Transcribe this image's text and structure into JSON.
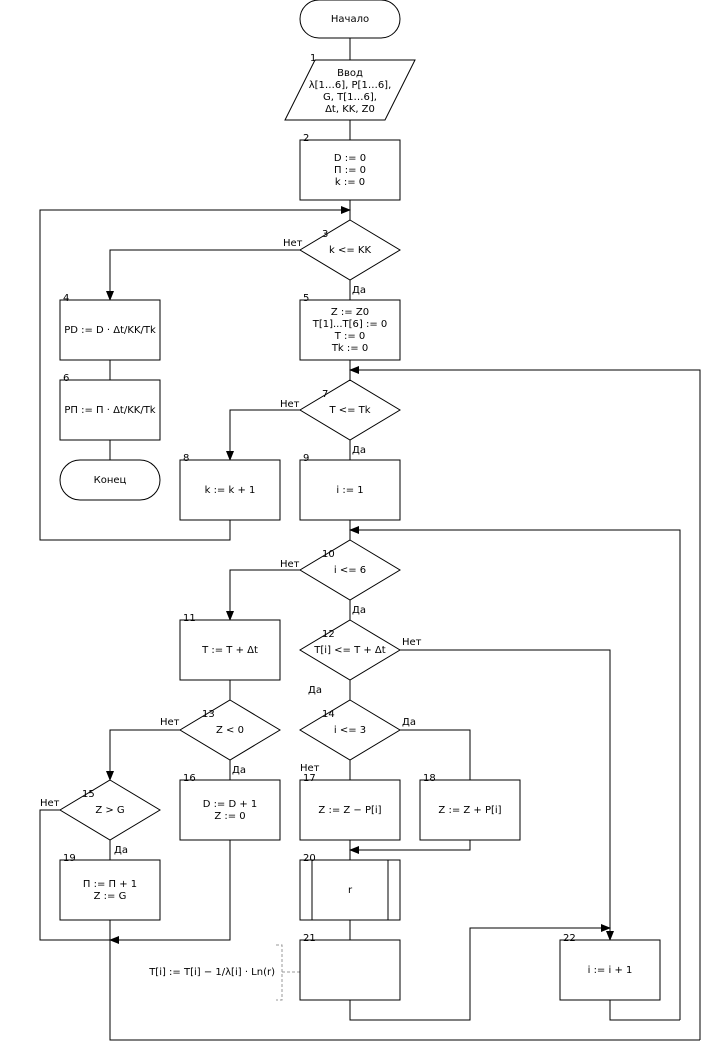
{
  "blocks": {
    "start": {
      "lines": [
        "Начало"
      ]
    },
    "b1": {
      "num": "1",
      "lines": [
        "Ввод",
        "λ[1…6], P[1…6],",
        "G, T[1…6],",
        "Δt, KK, Z0"
      ]
    },
    "b2": {
      "num": "2",
      "lines": [
        "D := 0",
        "П := 0",
        "k := 0"
      ]
    },
    "b3": {
      "num": "3",
      "lines": [
        "k <= KK"
      ]
    },
    "b4": {
      "num": "4",
      "lines": [
        "PD := D · Δt/KK/Tk"
      ]
    },
    "b5": {
      "num": "5",
      "lines": [
        "Z := Z0",
        "T[1]...T[6] := 0",
        "T := 0",
        "Tk := 0"
      ]
    },
    "b6": {
      "num": "6",
      "lines": [
        "РП := П · Δt/KK/Tk"
      ]
    },
    "end": {
      "lines": [
        "Конец"
      ]
    },
    "b7": {
      "num": "7",
      "lines": [
        "T <= Tk"
      ]
    },
    "b8": {
      "num": "8",
      "lines": [
        "k := k + 1"
      ]
    },
    "b9": {
      "num": "9",
      "lines": [
        "i := 1"
      ]
    },
    "b10": {
      "num": "10",
      "lines": [
        "i <= 6"
      ]
    },
    "b11": {
      "num": "11",
      "lines": [
        "T := T + Δt"
      ]
    },
    "b12": {
      "num": "12",
      "lines": [
        "T[i] <= T + Δt"
      ]
    },
    "b13": {
      "num": "13",
      "lines": [
        "Z < 0"
      ]
    },
    "b14": {
      "num": "14",
      "lines": [
        "i <= 3"
      ]
    },
    "b15": {
      "num": "15",
      "lines": [
        "Z > G"
      ]
    },
    "b16": {
      "num": "16",
      "lines": [
        "D := D + 1",
        "Z := 0"
      ]
    },
    "b17": {
      "num": "17",
      "lines": [
        "Z := Z − P[i]"
      ]
    },
    "b18": {
      "num": "18",
      "lines": [
        "Z := Z + P[i]"
      ]
    },
    "b19": {
      "num": "19",
      "lines": [
        "П := П + 1",
        "Z := G"
      ]
    },
    "b20": {
      "num": "20",
      "lines": [
        "r"
      ]
    },
    "b21": {
      "num": "21",
      "lines": []
    },
    "b22": {
      "num": "22",
      "lines": [
        "i := i + 1"
      ]
    }
  },
  "comment_b21": "T[i] := T[i] − 1/λ[i] · Ln(r)",
  "branch_labels": {
    "yes": "Да",
    "no": "Нет"
  }
}
